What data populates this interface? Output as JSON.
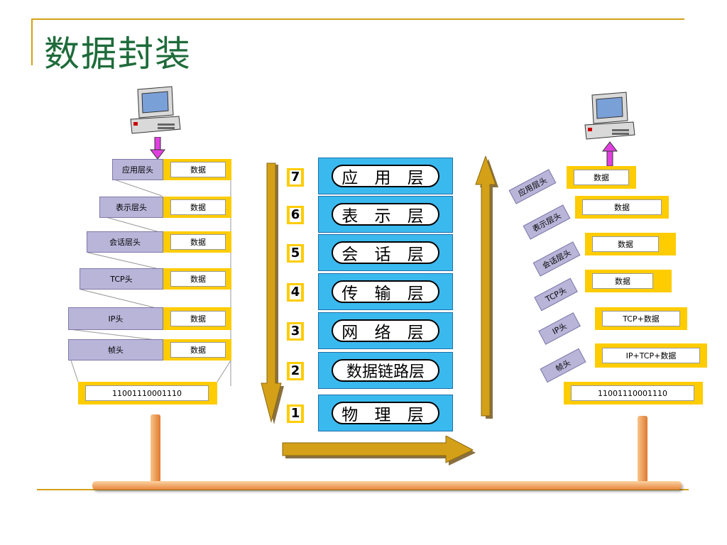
{
  "title": "数据封装",
  "left_stack": [
    {
      "header": "应用层头",
      "data": "数据"
    },
    {
      "header": "表示层头",
      "data": "数据"
    },
    {
      "header": "会话层头",
      "data": "数据"
    },
    {
      "header": "TCP头",
      "data": "数据"
    },
    {
      "header": "IP头",
      "data": "数据"
    },
    {
      "header": "帧头",
      "data": "数据"
    }
  ],
  "left_bits": "11001110001110",
  "layers": [
    {
      "num": "7",
      "name": "应 用 层"
    },
    {
      "num": "6",
      "name": "表 示 层"
    },
    {
      "num": "5",
      "name": "会 话 层"
    },
    {
      "num": "4",
      "name": "传 输 层"
    },
    {
      "num": "3",
      "name": "网 络 层"
    },
    {
      "num": "2",
      "name": "数据链路层"
    },
    {
      "num": "1",
      "name": "物 理 层"
    }
  ],
  "right_stack": [
    {
      "header": "应用层头",
      "data": "数据"
    },
    {
      "header": "表示层头",
      "data": "数据"
    },
    {
      "header": "会话层头",
      "data": "数据"
    },
    {
      "header": "TCP头",
      "data": "数据"
    },
    {
      "header": "IP头",
      "data": "TCP+数据"
    },
    {
      "header": "帧头",
      "data": "IP+TCP+数据"
    }
  ],
  "right_bits": "11001110001110",
  "colors": {
    "accent": "#ffcc00",
    "layer": "#3ab9ef",
    "arrow": "#d4a017",
    "header": "#b9b5d9",
    "cable": "#f2a05a",
    "title": "#1e6b3a",
    "rule": "#d4a017"
  }
}
